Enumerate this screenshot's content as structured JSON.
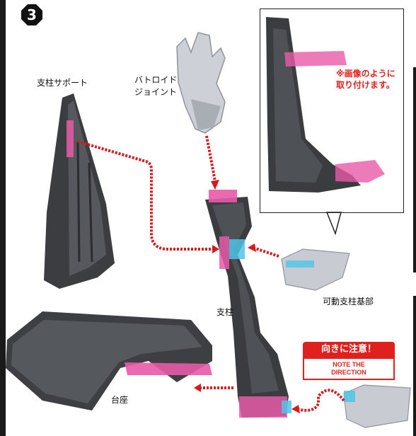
{
  "step_number": "3",
  "labels": {
    "support_strut": "支柱サポート",
    "battroid_joint_line1": "バトロイド",
    "battroid_joint_line2": "ジョイント",
    "pillar": "支柱",
    "base": "台座",
    "movable_pillar_base": "可動支柱基部"
  },
  "callout_note_line1": "※画像のように",
  "callout_note_line2": "取り付けます。",
  "warning": {
    "title": "向きに注意！",
    "subtitle_line1": "NOTE THE",
    "subtitle_line2": "DIRECTION"
  },
  "colors": {
    "arrow_red": "#d8191c",
    "highlight_pink": "#e85aa8",
    "highlight_cyan": "#4fc4e8",
    "part_dark": "#3a3c40",
    "clear_part": "#c8ccd2"
  }
}
